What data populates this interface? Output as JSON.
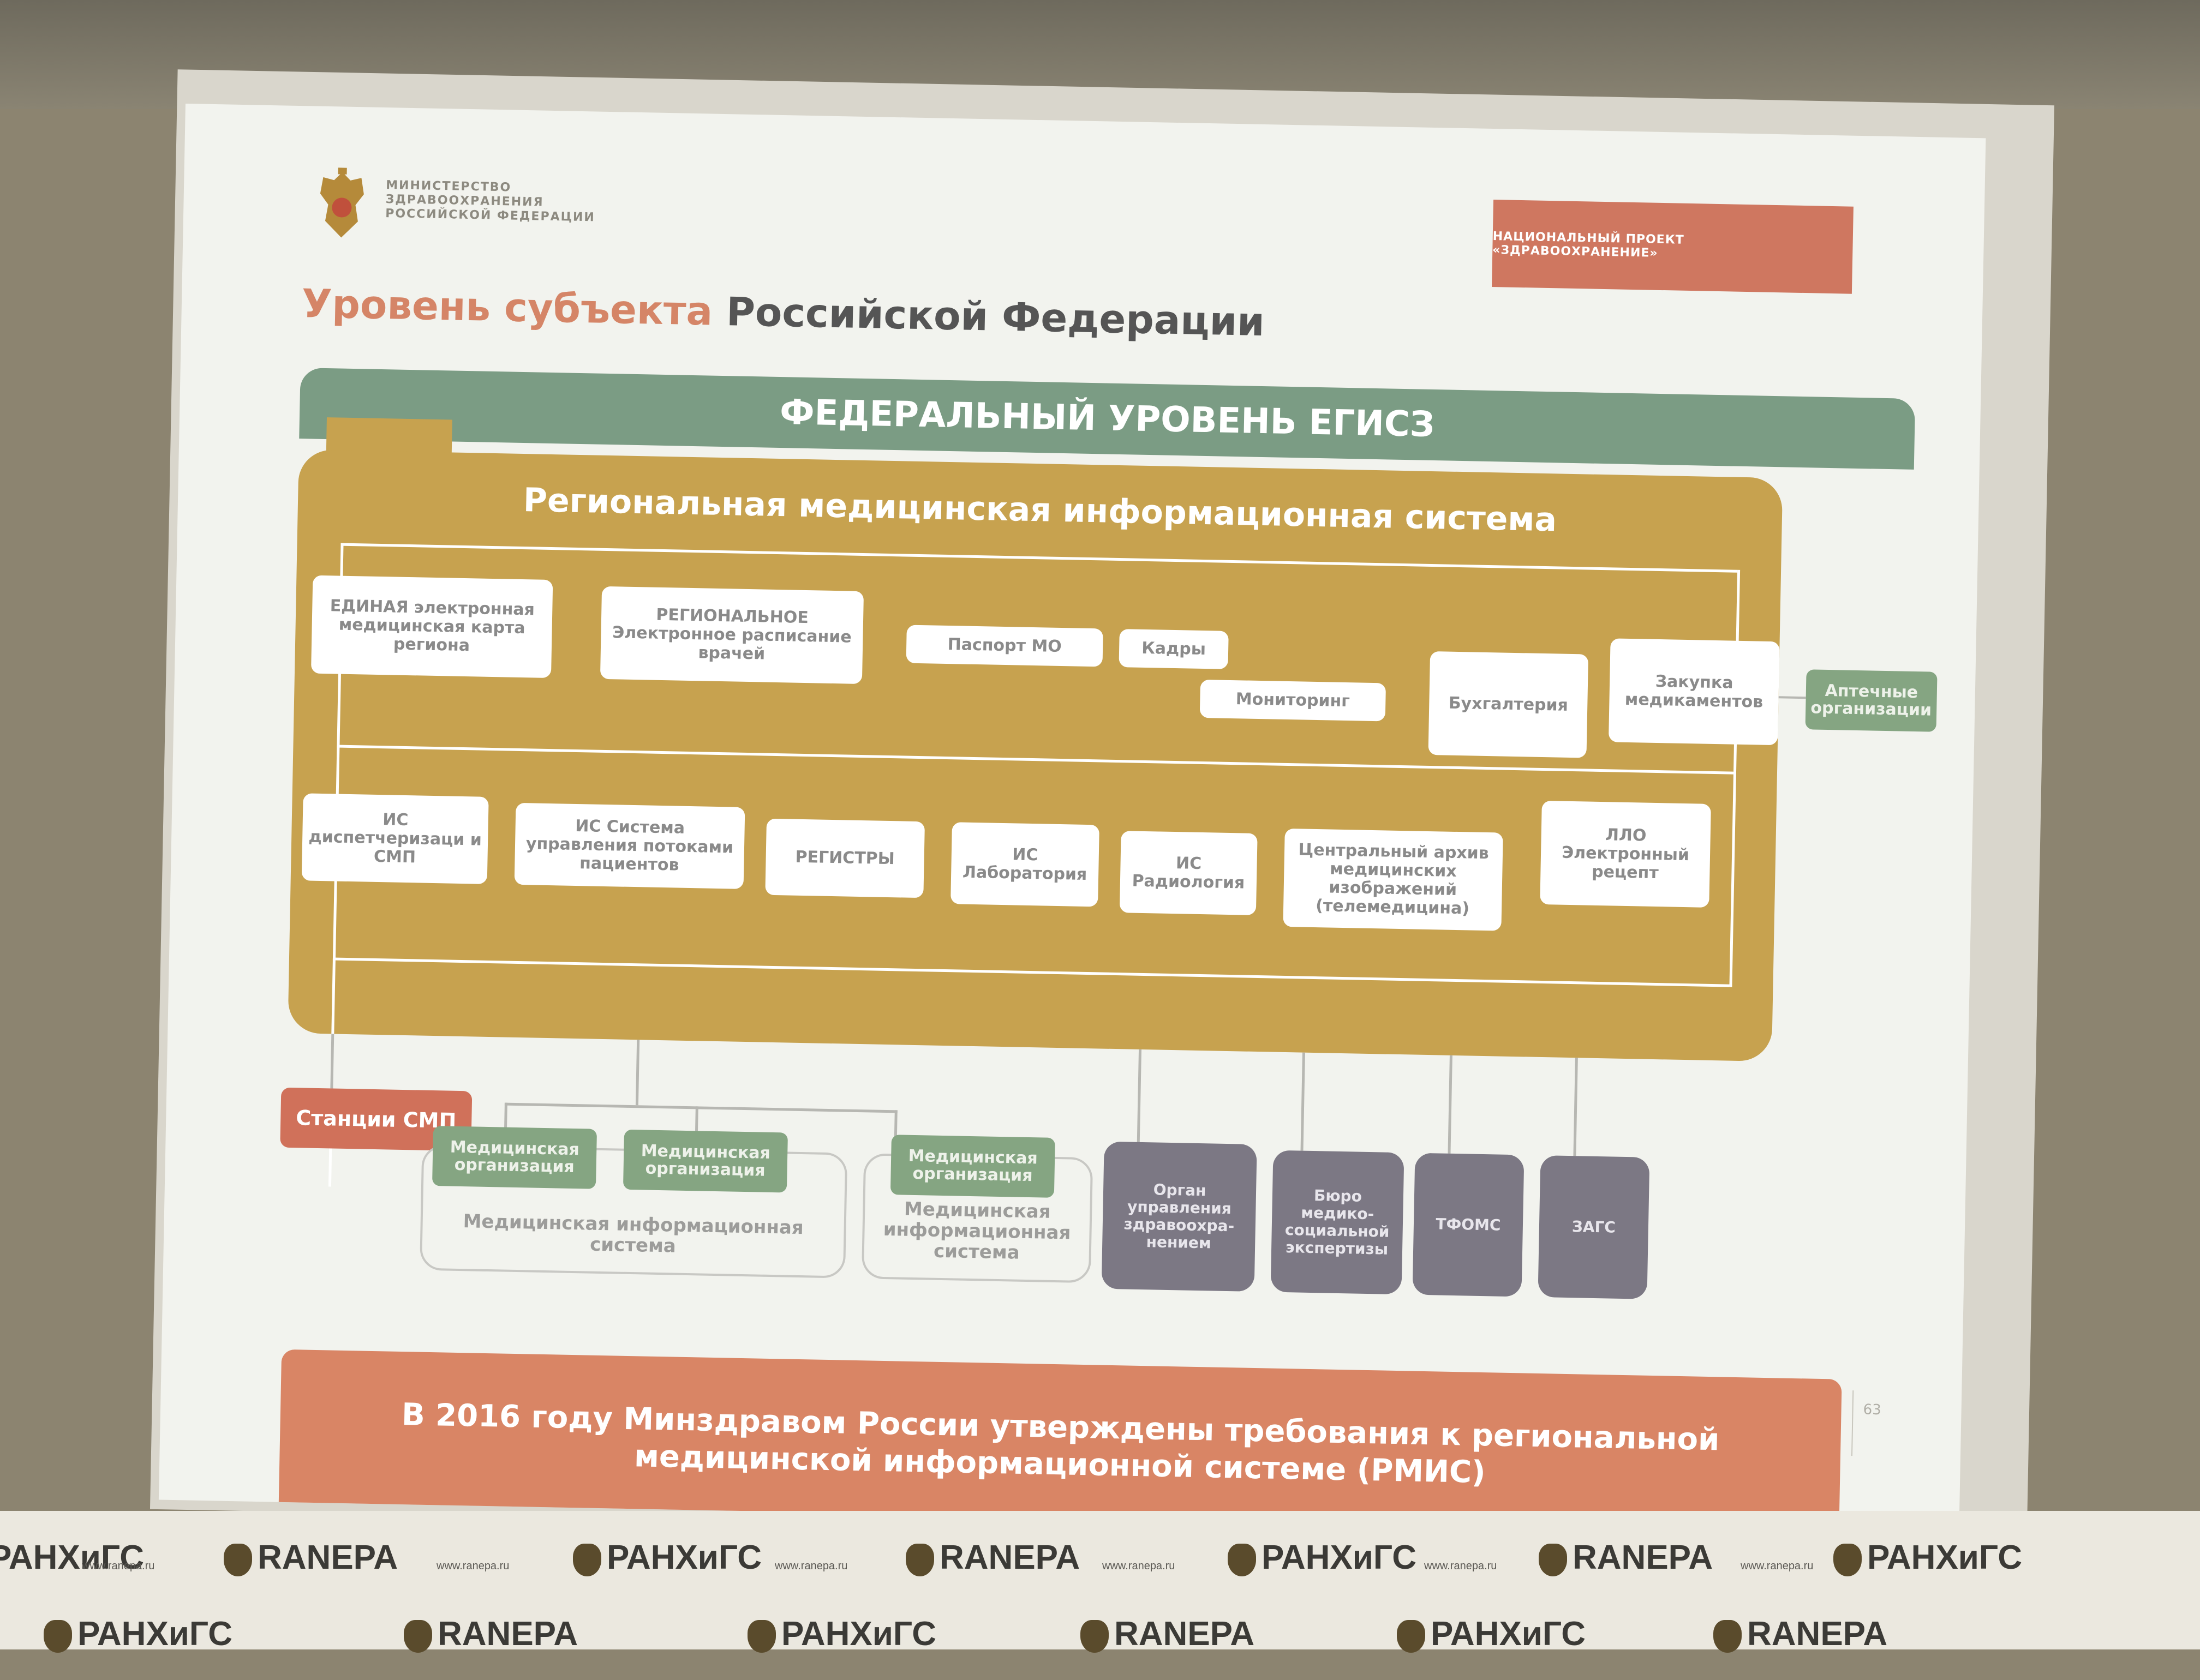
{
  "ministry": {
    "lines": [
      "МИНИСТЕРСТВО",
      "ЗДРАВООХРАНЕНИЯ",
      "РОССИЙСКОЙ ФЕДЕРАЦИИ"
    ]
  },
  "project_tag": "НАЦИОНАЛЬНЫЙ ПРОЕКТ «ЗДРАВООХРАНЕНИЕ»",
  "title": {
    "part1": "Уровень субъекта",
    "part2": "Российской Федерации"
  },
  "federal_band": "ФЕДЕРАЛЬНЫЙ УРОВЕНЬ ЕГИСЗ",
  "rmis": {
    "title": "Региональная медицинская информационная система",
    "top_row": {
      "emk": "ЕДИНАЯ электронная медицинская карта региона",
      "schedule": "РЕГИОНАЛЬНОЕ Электронное расписание врачей",
      "passport": "Паспорт МО",
      "staff": "Кадры",
      "monitoring": "Мониторинг",
      "accounting": "Бухгалтерия",
      "procurement": "Закупка медикаментов"
    },
    "bottom_row": {
      "dispatch": "ИС диспетчеризаци и СМП",
      "flow": "ИС Система управления потоками пациентов",
      "registers": "РЕГИСТРЫ",
      "lab": "ИС Лаборатория",
      "radiology": "ИС Радиология",
      "archive": "Центральный архив медицинских изображений (телемедицина)",
      "llo": "ЛЛО Электронный рецепт"
    }
  },
  "external": {
    "pharmacy": "Аптечные организации",
    "smp": "Станции СМП",
    "med_org": "Медицинская организация",
    "mis": "Медицинская информационная система",
    "health_authority": "Орган управления здравоохра-нением",
    "bureau": "Бюро медико-социальной экспертизы",
    "tfoms": "ТФОМС",
    "zags": "ЗАГС"
  },
  "bottom_band": {
    "line1": "В 2016 году Минздравом России утверждены требования к региональной",
    "line2": "медицинской информационной системе (РМИС)"
  },
  "page_number": "63",
  "backdrop": {
    "logo_a": "RANEPA",
    "logo_b": "РАНХиГС",
    "url_a": "www.ranepa.ru",
    "url_b": "www.ranepa.ru"
  },
  "colors": {
    "federal_green": "#7b9c84",
    "rmis_gold": "#c7a24f",
    "accent_orange": "#d0715a",
    "external_purple": "#7c7884",
    "title_orange": "#d58567"
  }
}
